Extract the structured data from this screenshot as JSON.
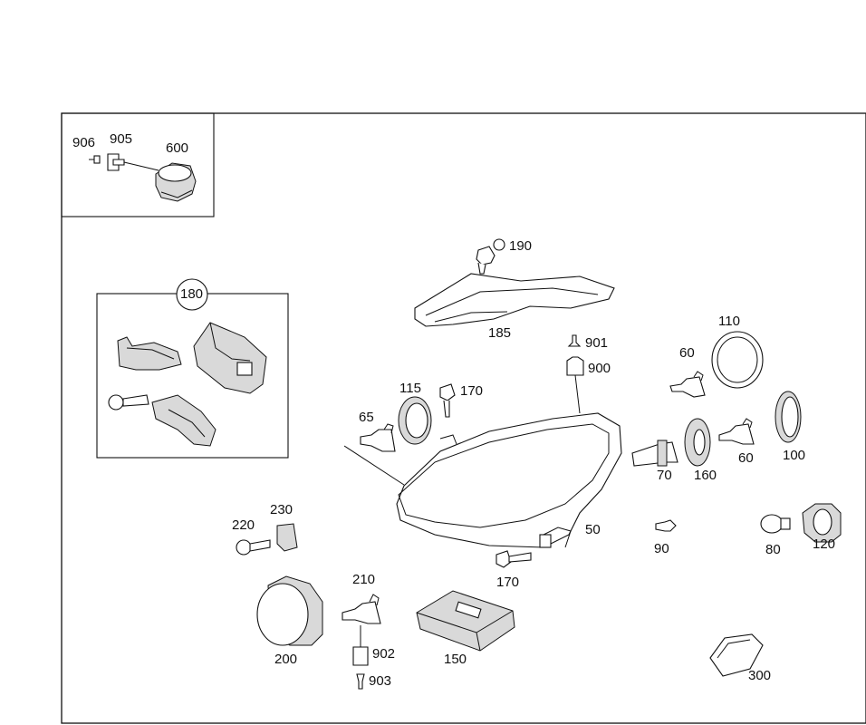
{
  "labels": {
    "p906": "906",
    "p905": "905",
    "p600": "600",
    "p190": "190",
    "p185": "185",
    "p180": "180",
    "p901": "901",
    "p900": "900",
    "p110": "110",
    "p115": "115",
    "p170a": "170",
    "p65": "65",
    "p60a": "60",
    "p60b": "60",
    "p100": "100",
    "p70": "70",
    "p160": "160",
    "p50": "50",
    "p230": "230",
    "p220": "220",
    "p90": "90",
    "p80": "80",
    "p120": "120",
    "p170b": "170",
    "p210": "210",
    "p200": "200",
    "p902": "902",
    "p903": "903",
    "p150": "150",
    "p300": "300"
  },
  "colors": {
    "line": "#111111",
    "background": "#ffffff",
    "fill_gray": "#d9d9d9"
  }
}
